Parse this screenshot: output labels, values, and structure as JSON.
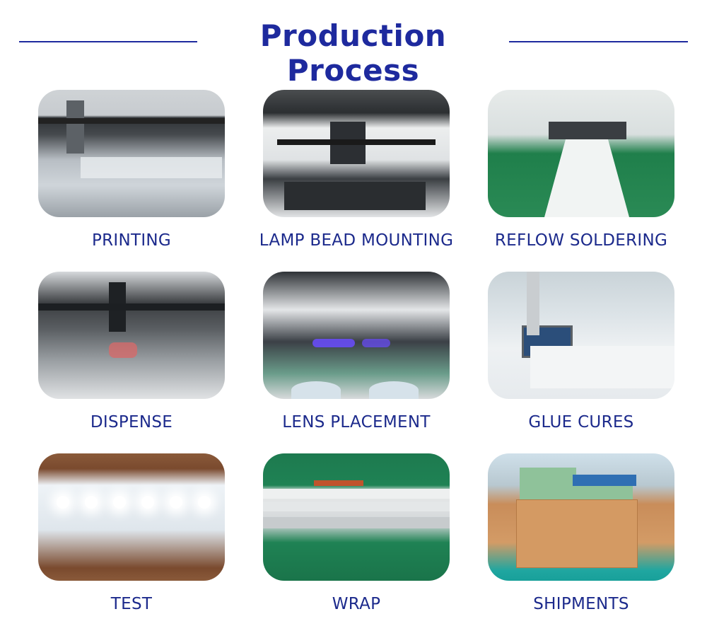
{
  "header": {
    "title": "Production Process"
  },
  "steps": [
    {
      "label": "PRINTING",
      "photo_subject": "stencil-printer"
    },
    {
      "label": "LAMP BEAD MOUNTING",
      "photo_subject": "pick-and-place-machine"
    },
    {
      "label": "REFLOW SOLDERING",
      "photo_subject": "reflow-conveyor"
    },
    {
      "label": "DISPENSE",
      "photo_subject": "dispensing-machine"
    },
    {
      "label": "LENS PLACEMENT",
      "photo_subject": "lens-placement-machine"
    },
    {
      "label": "GLUE CURES",
      "photo_subject": "curing-oven"
    },
    {
      "label": "TEST",
      "photo_subject": "lit-led-strip"
    },
    {
      "label": "WRAP",
      "photo_subject": "wrapped-led-strips"
    },
    {
      "label": "SHIPMENTS",
      "photo_subject": "warehouse-boxes"
    }
  ],
  "colors": {
    "accent": "#1e2a9e",
    "label_text": "#1c2a8c",
    "background": "#ffffff"
  }
}
